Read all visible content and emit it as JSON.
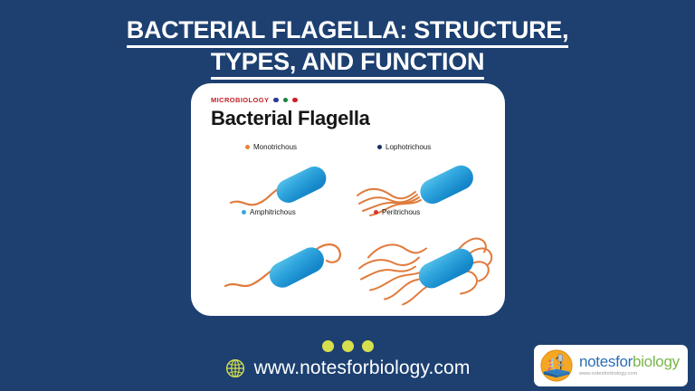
{
  "page": {
    "background_color": "#1d4071",
    "title_line1": "BACTERIAL FLAGELLA: STRUCTURE,",
    "title_line2": "TYPES, AND FUNCTION",
    "title_color": "#ffffff"
  },
  "card": {
    "kicker": "MICROBIOLOGY",
    "kicker_color": "#c12027",
    "kicker_dots": [
      "#2b3a8f",
      "#17833c",
      "#cc2128"
    ],
    "heading": "Bacterial Flagella",
    "heading_color": "#161616",
    "background_color": "#ffffff",
    "flagella_color": "#e07b3c",
    "cell_color_light": "#4ab7e6",
    "cell_color_dark": "#1789cc",
    "types": [
      {
        "label": "Monotrichous",
        "bullet_color": "#e8823c",
        "flagella_count": 1,
        "arrangement": "single flagellum at one pole"
      },
      {
        "label": "Lophotrichous",
        "bullet_color": "#1b2f63",
        "flagella_count": 4,
        "arrangement": "tuft of flagella at one pole"
      },
      {
        "label": "Amphitrichous",
        "bullet_color": "#38a8dd",
        "flagella_count": 2,
        "arrangement": "one flagellum at each pole"
      },
      {
        "label": "Peritrichous",
        "bullet_color": "#d8392f",
        "flagella_count": 9,
        "arrangement": "flagella distributed over entire surface"
      }
    ]
  },
  "footer": {
    "dot_color": "#d6e04f",
    "dot_count": 3,
    "url": "www.notesforbiology.com",
    "globe_icon": "globe-icon"
  },
  "logo": {
    "word_part1": "notesfor",
    "word_part1_color": "#2a6fb5",
    "word_part2": "biology",
    "word_part2_color": "#7ab648",
    "sub_url": "www.notesforbiology.com",
    "badge_icon": "microscope-book-icon",
    "badge_color": "#f5a623"
  }
}
